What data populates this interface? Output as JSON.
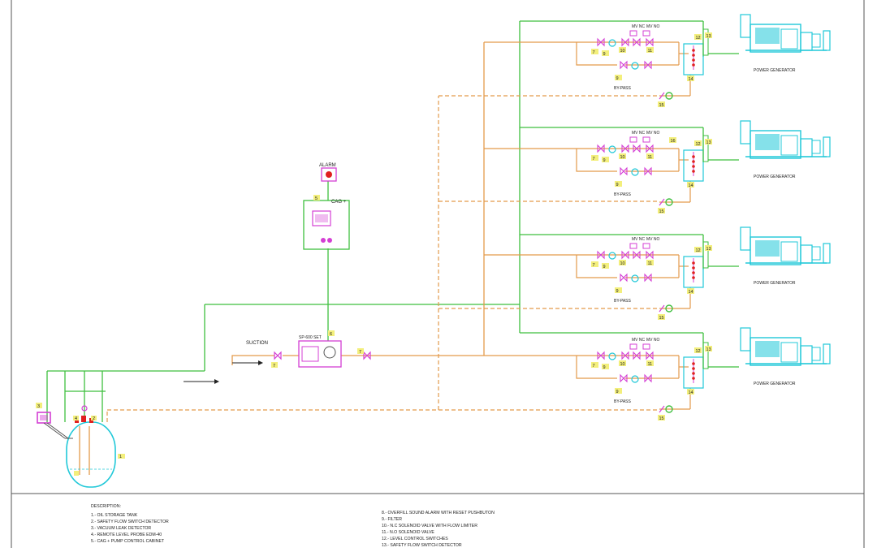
{
  "colors": {
    "green": "#3fbf3f",
    "orange": "#e39a4b",
    "magenta": "#d43fd4",
    "cyan": "#20c8d8",
    "yellow": "#f3ef7c",
    "red": "#e02020",
    "frame": "#444444"
  },
  "labels": {
    "alarm": "ALARM",
    "cag": "CAG +",
    "cag_number": "5",
    "suction": "SUCTION",
    "pump_set": "SP-600 SET",
    "pump_number": "6",
    "tank_number": "1",
    "vacuum_number": "3",
    "probe_numbers": [
      "4",
      "2"
    ],
    "valve7": "7"
  },
  "branches": [
    {
      "mv_nc": "MV NC",
      "mv_no": "MV NO",
      "nums": [
        "7",
        "9",
        "10",
        "11",
        "12",
        "13",
        "14",
        "15"
      ],
      "bypass": "BY-PASS",
      "bypass_num": "9",
      "generator": "POWER GENERATOR",
      "extra": ""
    },
    {
      "mv_nc": "MV NC",
      "mv_no": "MV NO",
      "nums": [
        "7",
        "9",
        "10",
        "11",
        "12",
        "13",
        "14",
        "15"
      ],
      "bypass": "BY-PASS",
      "bypass_num": "9",
      "generator": "POWER GENERATOR",
      "extra": "16"
    },
    {
      "mv_nc": "MV NC",
      "mv_no": "MV NO",
      "nums": [
        "7",
        "9",
        "10",
        "11",
        "12",
        "13",
        "14",
        "15"
      ],
      "bypass": "BY-PASS",
      "bypass_num": "9",
      "generator": "POWER GENERATOR",
      "extra": ""
    },
    {
      "mv_nc": "MV NC",
      "mv_no": "MV NO",
      "nums": [
        "7",
        "9",
        "10",
        "11",
        "12",
        "13",
        "14",
        "15"
      ],
      "bypass": "BY-PASS",
      "bypass_num": "9",
      "generator": "POWER GENERATOR",
      "extra": ""
    }
  ],
  "description": {
    "title": "DESCRIPTION:",
    "left": [
      "1.- OIL STORAGE TANK",
      "2.- SAFETY FLOW SWITCH DETECTOR",
      "3.- VACUUM LEAK DETECTOR",
      "4.- REMOTE LEVEL PROBE EDM-40",
      "5.- CAG + PUMP CONTROL CABINET"
    ],
    "right": [
      "8.- OVERFILL SOUND ALARM WITH RESET PUSHBUTON",
      "9.- FILTER",
      "10.- N.C SOLENOID VALVE WITH FLOW LIMITER",
      "11.- N.O SOLENOID VALVE",
      "12.- LEVEL CONTROL SWITCHES",
      "13.- SAFETY FLOW SWITCH DETECTOR"
    ]
  }
}
